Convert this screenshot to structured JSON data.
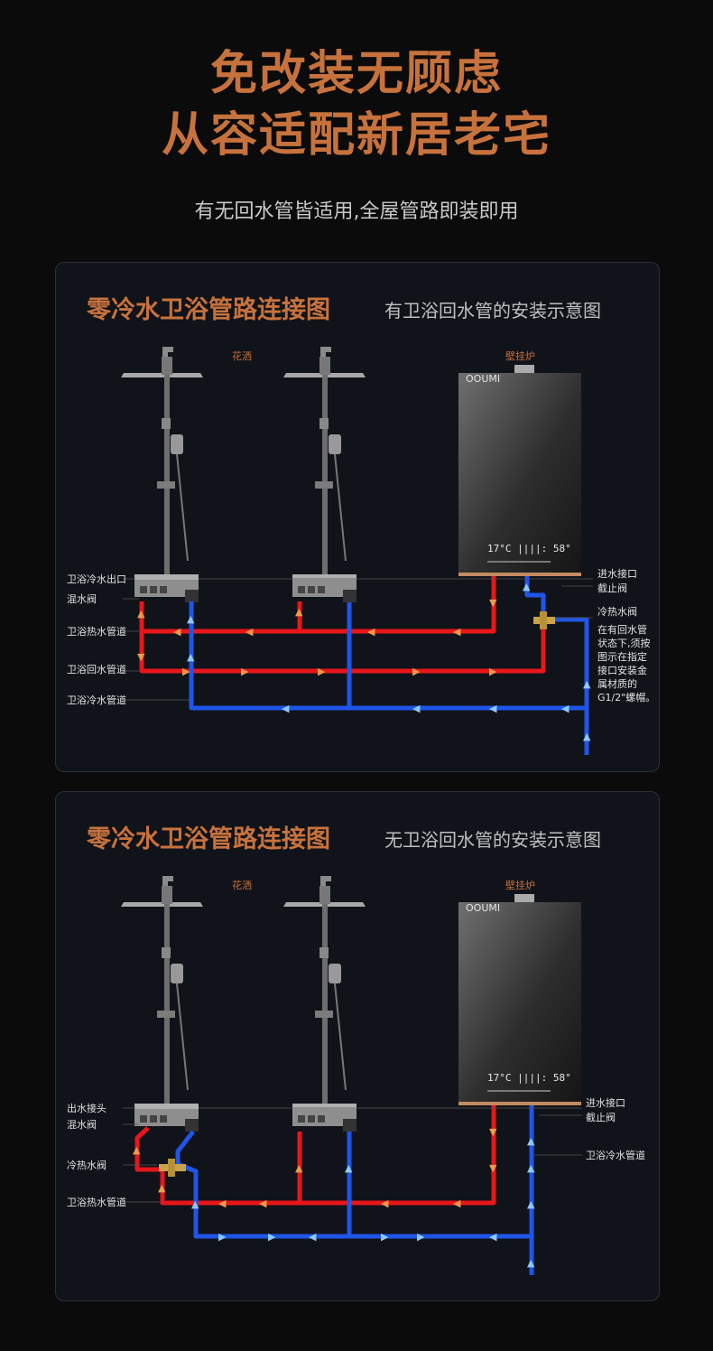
{
  "header": {
    "headline_line1": "免改装无顾虑",
    "headline_line2": "从容适配新居老宅",
    "subheadline": "有无回水管皆适用,全屋管路即装即用"
  },
  "panel1": {
    "title": "零冷水卫浴管路连接图",
    "subtitle": "有卫浴回水管的安装示意图",
    "label_shower": "花洒",
    "label_heater": "壁挂炉",
    "display_text": "17°C ||||: 58°",
    "labels_left": [
      "卫浴冷水出口",
      "混水阀",
      "卫浴热水管道",
      "卫浴回水管道",
      "卫浴冷水管道"
    ],
    "labels_right": [
      "进水接口",
      "截止阀",
      "冷热水阀"
    ],
    "note_lines": [
      "在有回水管",
      "状态下,须按",
      "图示在指定",
      "接口安装金",
      "属材质的",
      "G1/2\"螺帽。"
    ]
  },
  "panel2": {
    "title": "零冷水卫浴管路连接图",
    "subtitle": "无卫浴回水管的安装示意图",
    "label_shower": "花洒",
    "label_heater": "壁挂炉",
    "display_text": "17°C ||||: 58°",
    "labels_left": [
      "出水接头",
      "混水阀",
      "冷热水阀",
      "卫浴热水管道"
    ],
    "labels_right": [
      "进水接口",
      "截止阀",
      "卫浴冷水管道"
    ]
  },
  "colors": {
    "accent": "#c7723d",
    "hot_pipe": "#e8161b",
    "cold_pipe": "#1f55e8",
    "arrow_hot": "#f09a4a",
    "arrow_cold": "#8cc8ff"
  }
}
